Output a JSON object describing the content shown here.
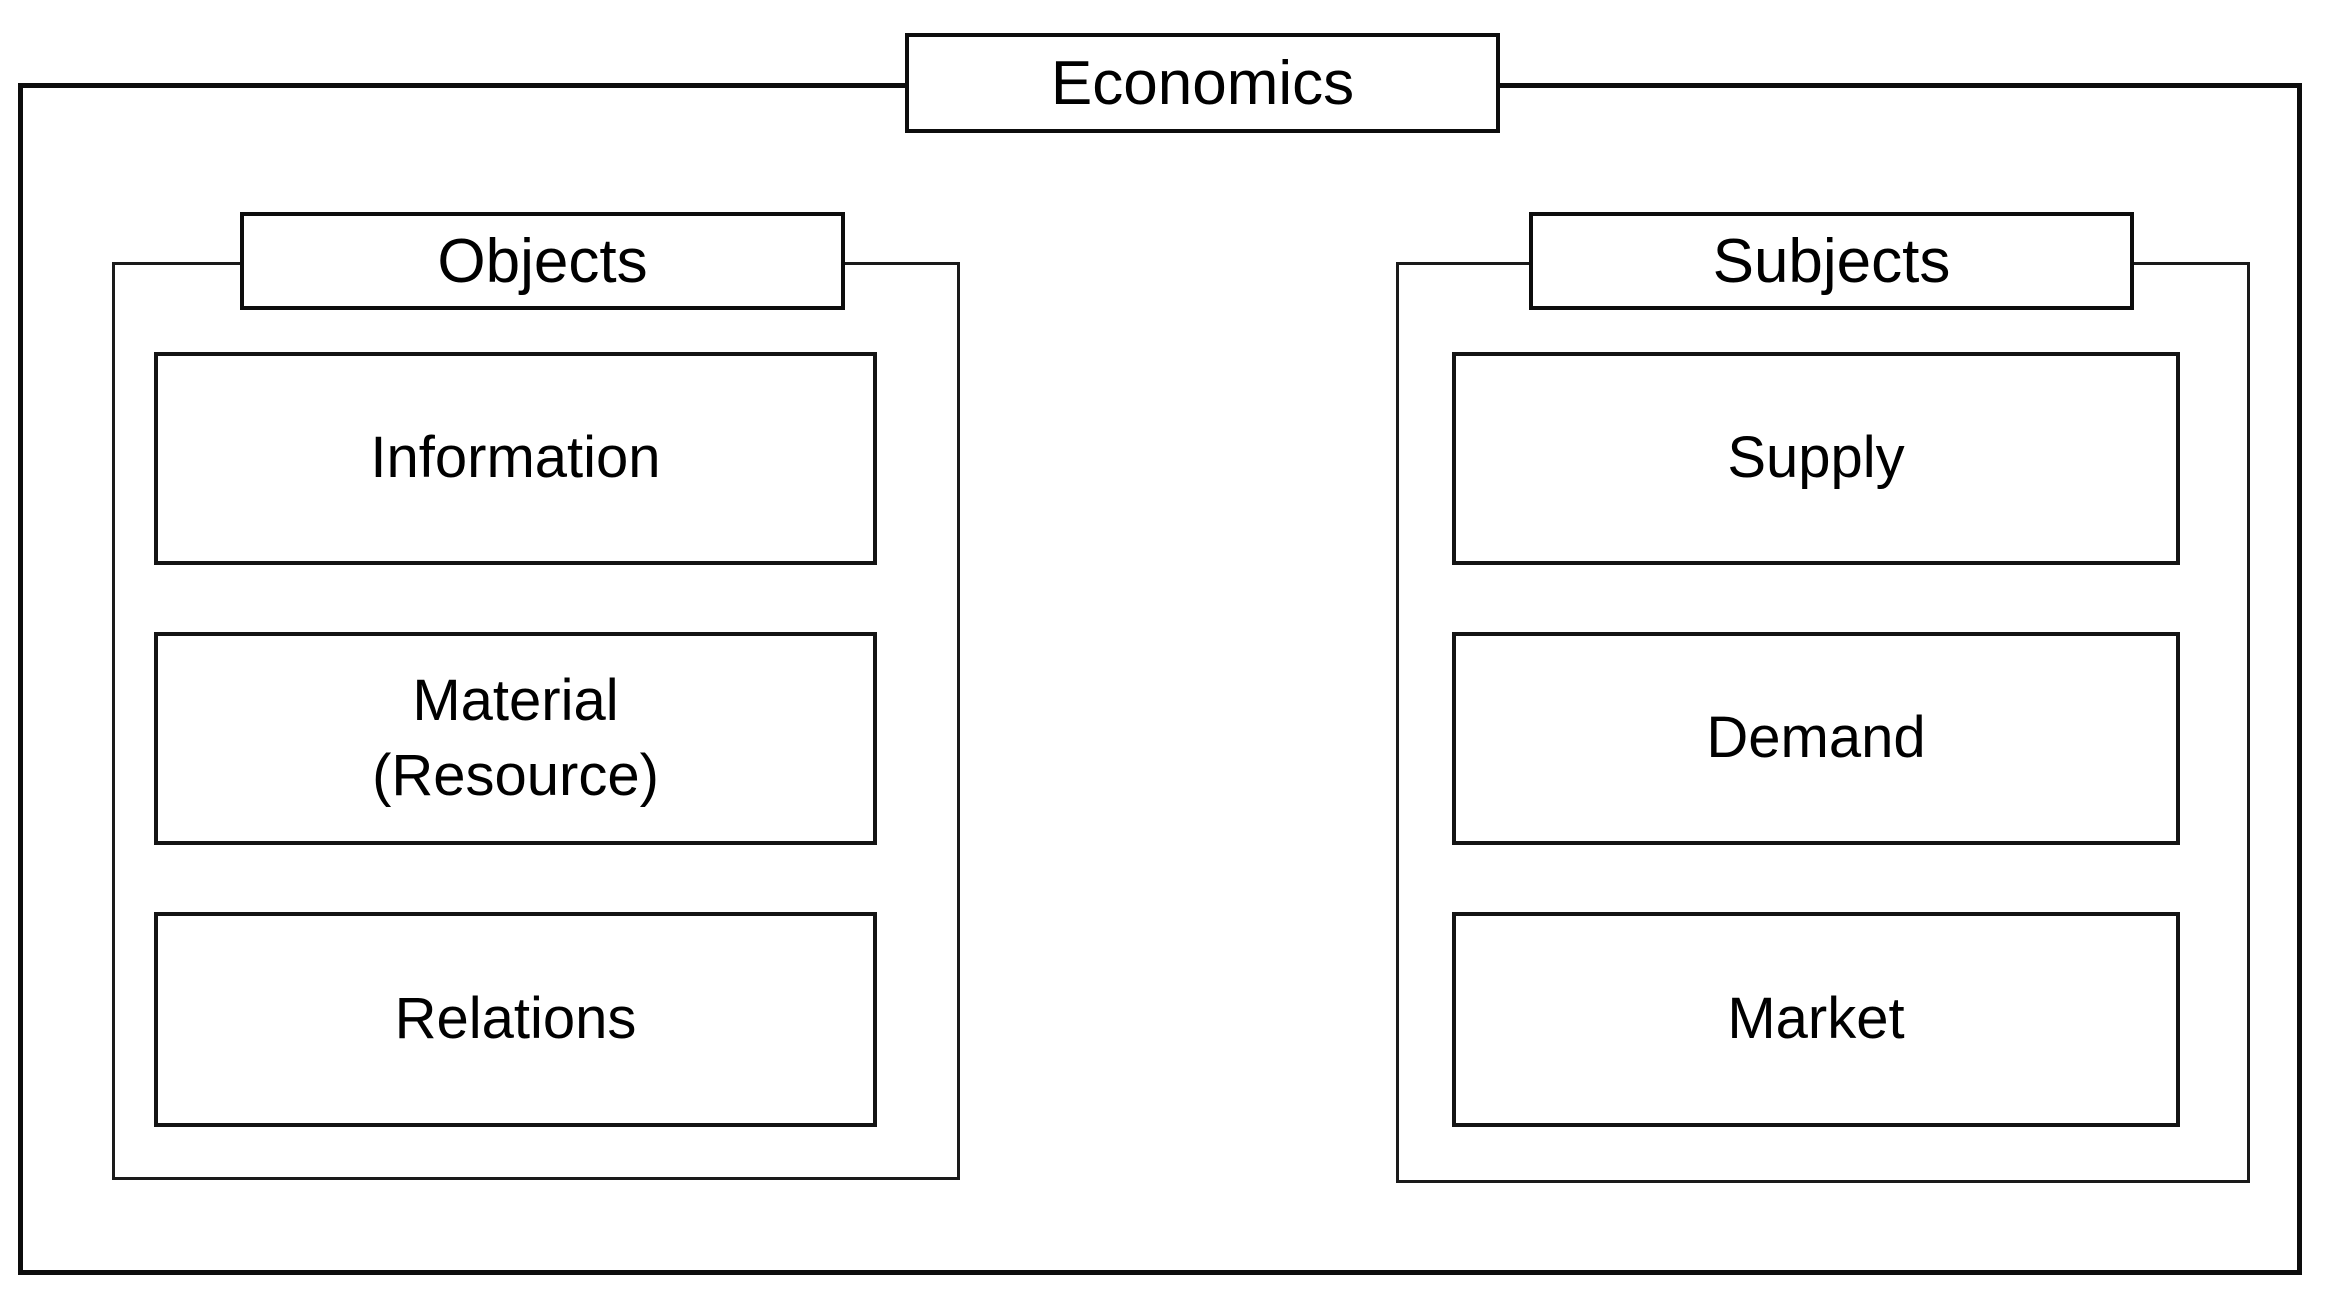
{
  "diagram": {
    "title": "Economics",
    "colors": {
      "border": "#0d0d0d",
      "background": "#ffffff",
      "text": "#000000"
    },
    "groups": {
      "objects": {
        "label": "Objects",
        "items": [
          {
            "label": "Information"
          },
          {
            "label": "Material\n(Resource)"
          },
          {
            "label": "Relations"
          }
        ]
      },
      "subjects": {
        "label": "Subjects",
        "items": [
          {
            "label": "Supply"
          },
          {
            "label": "Demand"
          },
          {
            "label": "Market"
          }
        ]
      }
    }
  }
}
